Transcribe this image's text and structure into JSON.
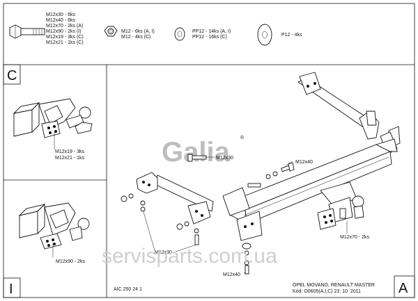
{
  "hardware": {
    "bolts": [
      "M12x30 - 6ks",
      "M12x40 - 6ks",
      "M12x70 - 2ks (A)",
      "M12x90 - 2ks (I)",
      "M12x19 - 3ks (C)",
      "M12x21 - 1ks (C)"
    ],
    "nuts": [
      "M12 - 6ks (A, I)",
      "M12 - 4ks (C)"
    ],
    "washers": [
      "PP12 - 14ks (A, I)",
      "PP12 - 16ks (C)"
    ],
    "large_washer": "P12 - 4ks"
  },
  "variants": {
    "c": {
      "letter": "C",
      "labels": [
        "M12x19 - 3ks",
        "M12x21 - 1ks"
      ]
    },
    "i": {
      "letter": "I",
      "labels": [
        "M12x90 - 2ks"
      ]
    }
  },
  "main": {
    "letter": "A",
    "logo": "Galia",
    "registered_mark": "®",
    "labels": {
      "bolt_top": "M12x30",
      "bolt_right": "M12x40",
      "bolt_bottom": "M12x30",
      "bolt_lower_right": "M12x40",
      "ball_bolts": "M12x70 - 2ks"
    },
    "approval": "AIC 250 24 1",
    "vehicle": "OPEL MOVANO, RENAULT MASTER",
    "code": "Kód: O0605(A,I,C)  23. 10. 2011"
  },
  "watermark": "servisparts.com.ua"
}
